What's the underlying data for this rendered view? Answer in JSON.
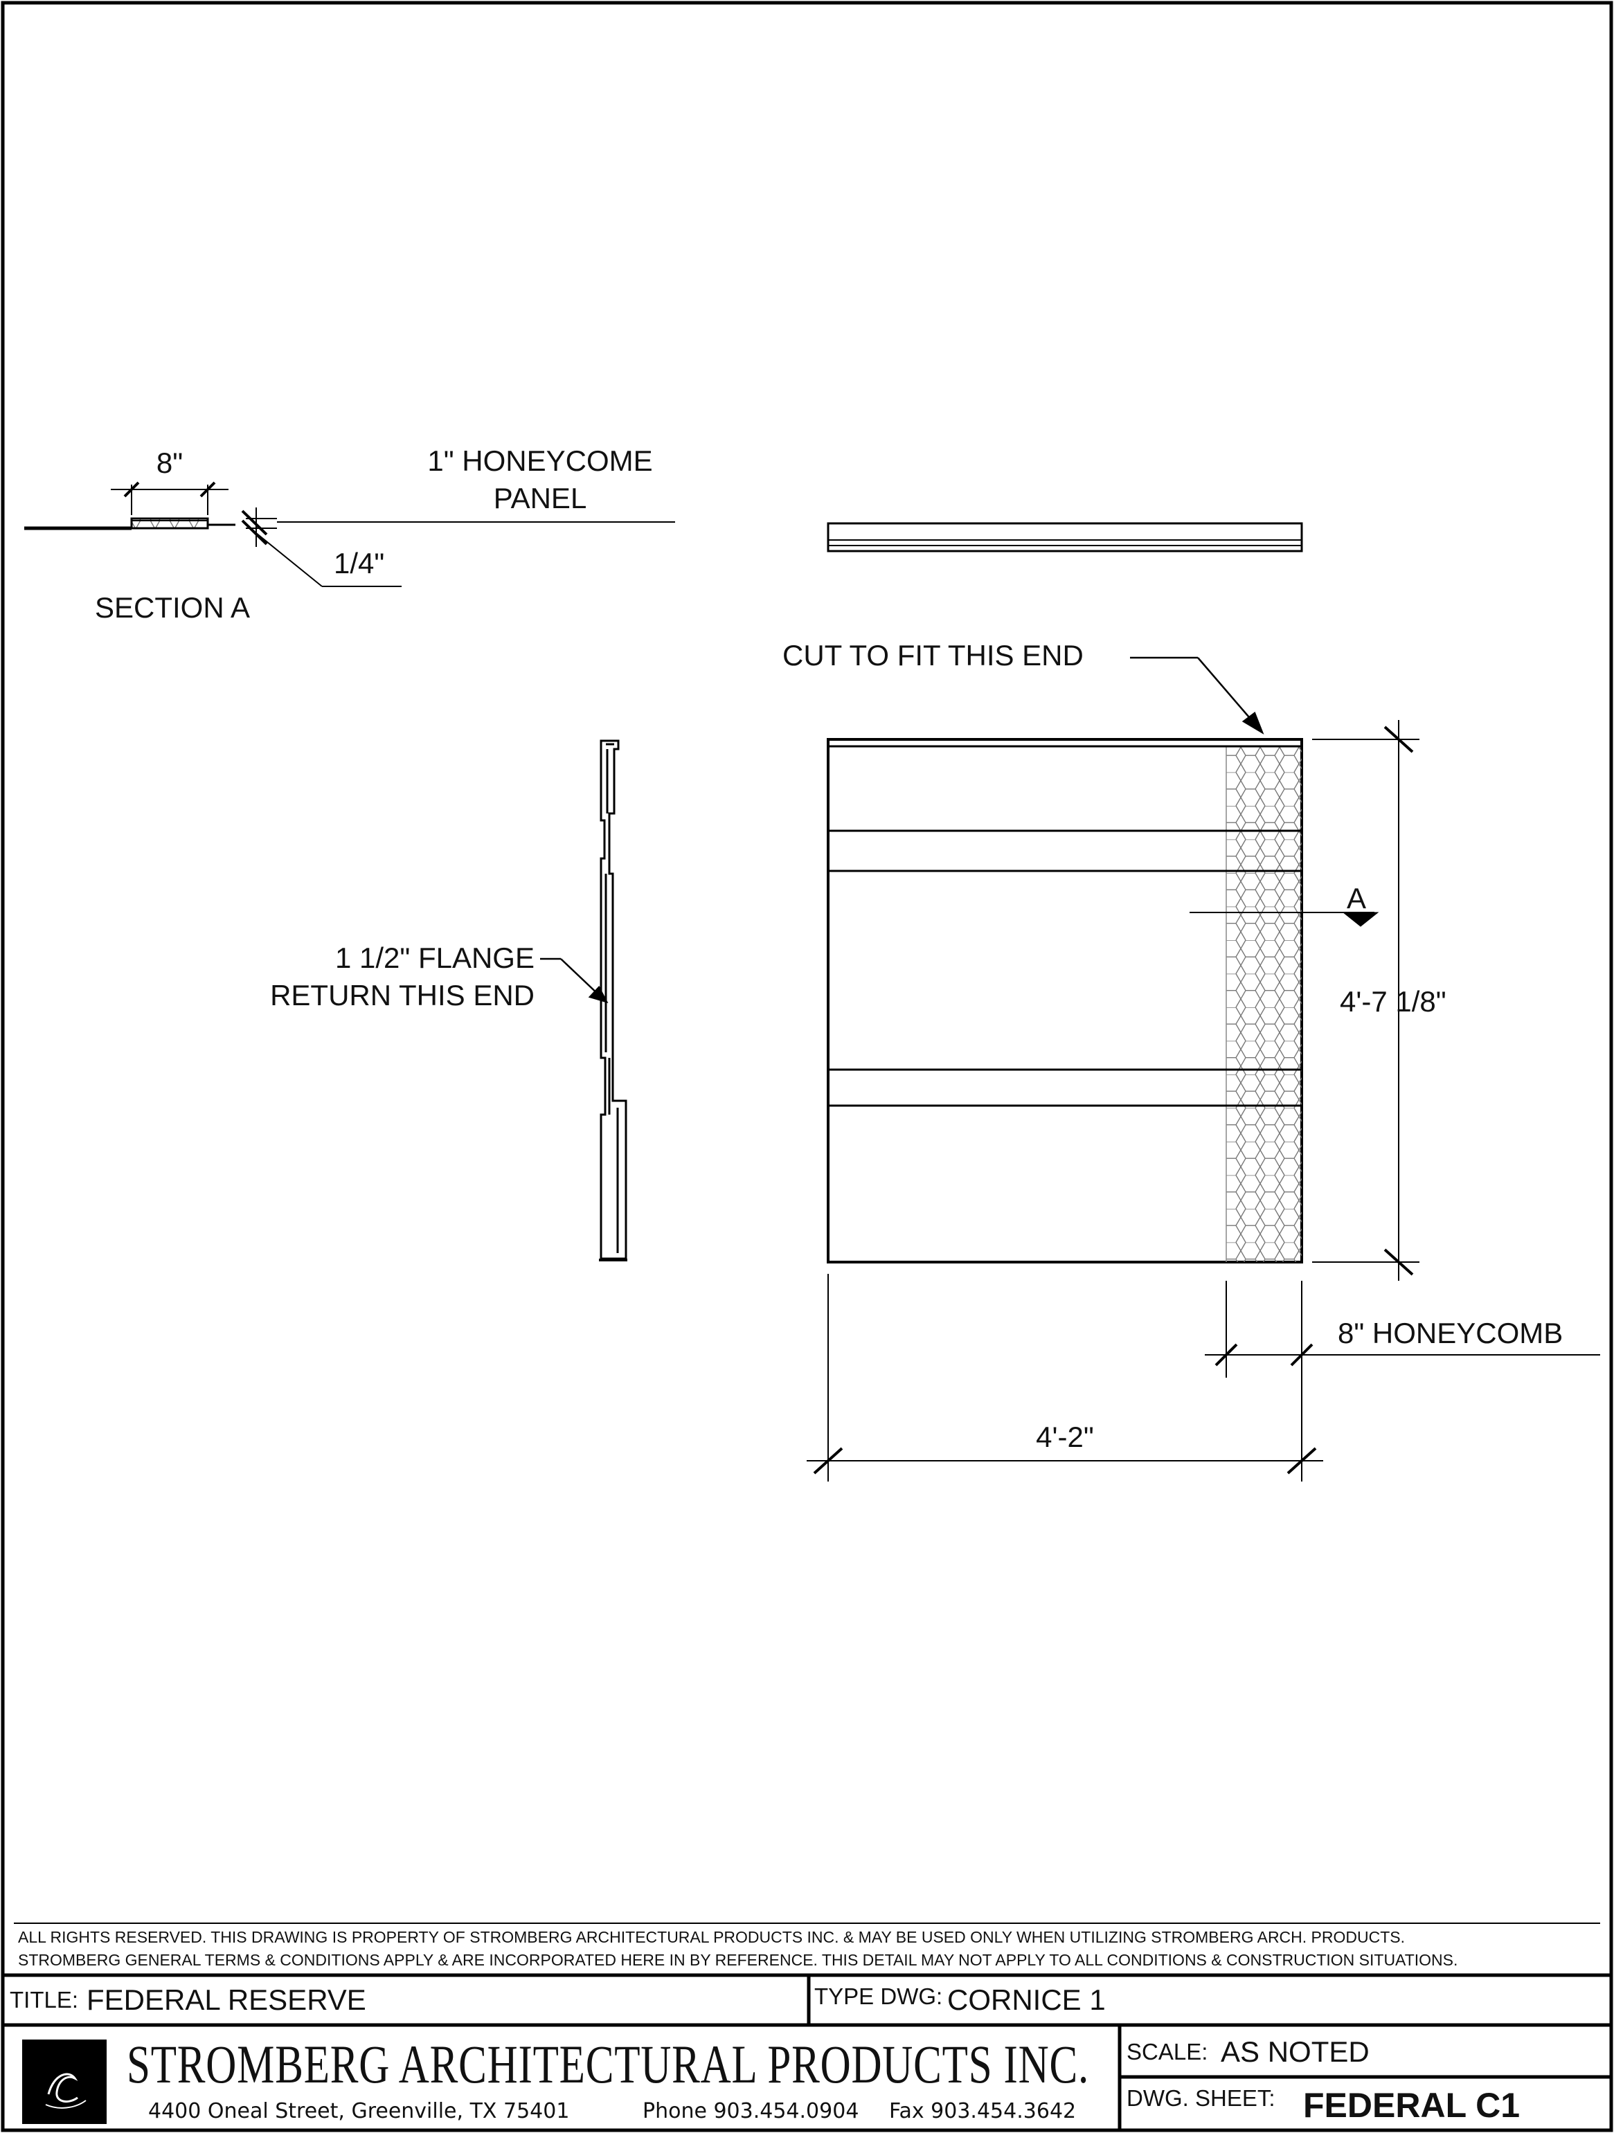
{
  "section_a": {
    "dim_8": "8\"",
    "title_line1": "1\" HONEYCOME",
    "title_line2": "PANEL",
    "dim_quarter": "1/4\"",
    "label": "SECTION A"
  },
  "elevation": {
    "cut_note": "CUT TO FIT THIS END",
    "section_marker": "A",
    "height_dim": "4'-7 1/8\"",
    "honeycomb_dim": "8\" HONEYCOMB",
    "width_dim": "4'-2\""
  },
  "side_profile": {
    "note_line1": "1 1/2\" FLANGE",
    "note_line2": "RETURN THIS END"
  },
  "notice": {
    "line1": "ALL RIGHTS RESERVED. THIS DRAWING IS PROPERTY OF STROMBERG ARCHITECTURAL PRODUCTS INC. & MAY BE USED ONLY WHEN UTILIZING STROMBERG ARCH. PRODUCTS.",
    "line2": "STROMBERG GENERAL TERMS & CONDITIONS APPLY & ARE INCORPORATED HERE IN BY REFERENCE. THIS DETAIL MAY NOT APPLY TO ALL CONDITIONS & CONSTRUCTION SITUATIONS."
  },
  "title_block": {
    "title_label": "TITLE:",
    "title_value": "FEDERAL RESERVE",
    "type_label": "TYPE DWG:",
    "type_value": "CORNICE 1",
    "company": "STROMBERG ARCHITECTURAL PRODUCTS INC.",
    "address": "4400 Oneal Street, Greenville, TX  75401",
    "phone": "Phone 903.454.0904",
    "fax": "Fax 903.454.3642",
    "scale_label": "SCALE:",
    "scale_value": "AS NOTED",
    "sheet_label": "DWG. SHEET:",
    "sheet_value": "FEDERAL C1",
    "logo_icon": "stromberg-logo-icon"
  }
}
